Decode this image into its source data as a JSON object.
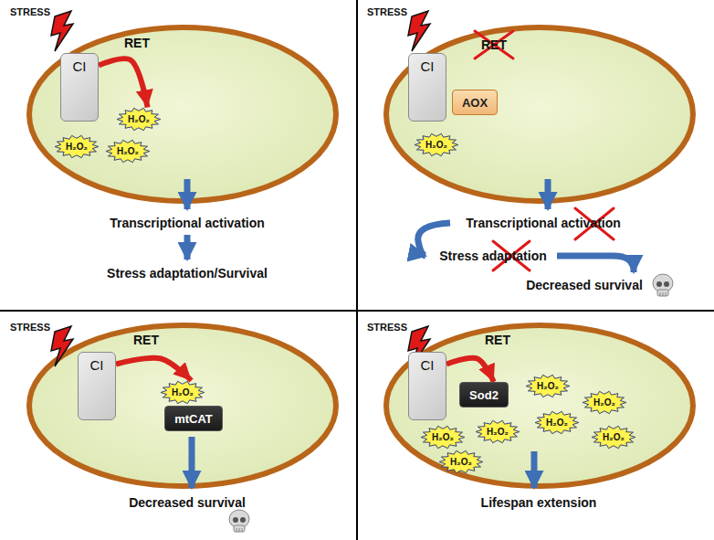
{
  "diagram": {
    "nodes": [
      {
        "text": [
          "CI"
        ]
      },
      {
        "text": [
          "H₂O₂"
        ]
      },
      {
        "text": [
          "H₂O₂"
        ]
      },
      {
        "text": [
          "H₂O₂"
        ]
      },
      {
        "text": [
          "CI"
        ]
      },
      {
        "text": [
          "AOX"
        ]
      },
      {
        "text": [
          "H₂O₂"
        ]
      },
      {
        "text": [
          "CI"
        ]
      },
      {
        "text": [
          "H₂O₂"
        ]
      },
      {
        "text": [
          "mtCAT"
        ]
      },
      {
        "text": [
          "CI"
        ]
      },
      {
        "text": [
          "Sod2"
        ]
      },
      {
        "text": [
          "H₂O₂"
        ]
      },
      {
        "text": [
          "H₂O₂"
        ]
      },
      {
        "text": [
          "H₂O₂"
        ]
      },
      {
        "text": [
          "H₂O₂"
        ]
      },
      {
        "text": [
          "H₂O₂"
        ]
      },
      {
        "text": [
          "H₂O₂"
        ]
      },
      {
        "text": [
          "H₂O₂"
        ]
      }
    ],
    "edges": [
      {
        "from": 0,
        "to": 1,
        "arrow": "to"
      },
      {
        "from": 7,
        "to": 8,
        "arrow": "to"
      },
      {
        "from": 10,
        "to": 11,
        "arrow": "to"
      }
    ],
    "labels": [
      "STRESS",
      "RET",
      "Transcriptional activation",
      "Stress adaptation/Survival",
      "STRESS",
      "RET",
      "Transcriptional activation",
      "Stress adaptation",
      "Decreased survival",
      "STRESS",
      "RET",
      "Decreased survival",
      "STRESS",
      "RET",
      "Lifespan extension"
    ]
  }
}
